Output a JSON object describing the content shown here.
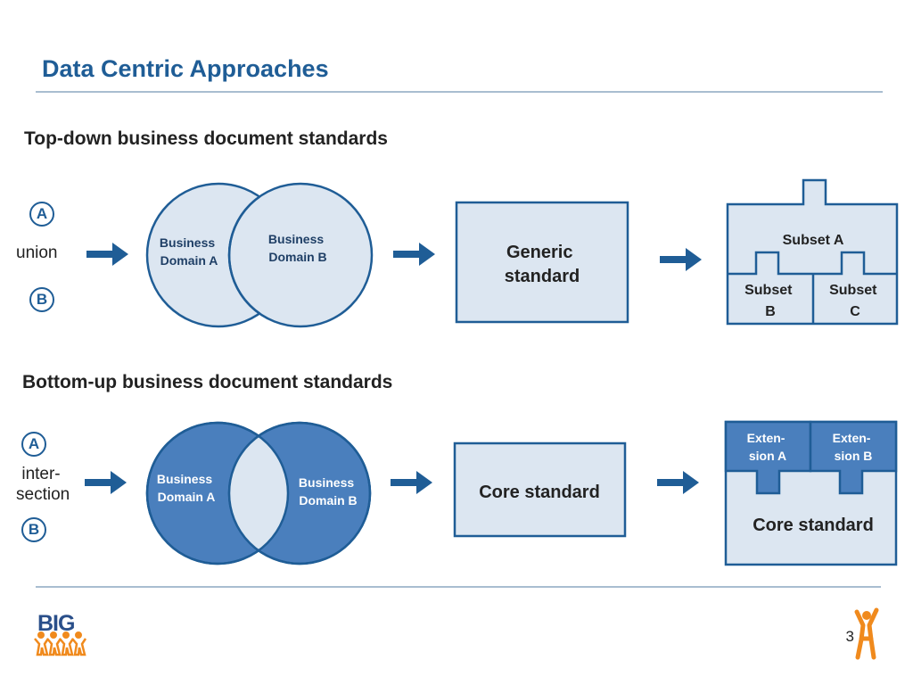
{
  "slide": {
    "title": "Data Centric Approaches",
    "page_number": "3"
  },
  "top_down": {
    "heading": "Top-down business document standards",
    "badge_a": "A",
    "badge_b": "B",
    "operation": "union",
    "domain_a": [
      "Business",
      "Domain A"
    ],
    "domain_b": [
      "Business",
      "Domain B"
    ],
    "result_box": [
      "Generic",
      "standard"
    ],
    "subset_a": "Subset A",
    "subset_b": [
      "Subset",
      "B"
    ],
    "subset_c": [
      "Subset",
      "C"
    ]
  },
  "bottom_up": {
    "heading": "Bottom-up business document standards",
    "badge_a": "A",
    "badge_b": "B",
    "operation_line1": "inter-",
    "operation_line2": "section",
    "domain_a": [
      "Business",
      "Domain A"
    ],
    "domain_b": [
      "Business",
      "Domain B"
    ],
    "result_box": "Core standard",
    "extension_a": [
      "Exten-",
      "sion A"
    ],
    "extension_b": [
      "Exten-",
      "sion B"
    ],
    "core": "Core standard"
  },
  "logo": {
    "text": "BIG"
  },
  "colors": {
    "title": "#1f5d96",
    "outline": "#1f5d96",
    "light_fill": "#dce6f1",
    "dark_fill": "#4a7fbd",
    "arrow": "#1f5d96",
    "logo_orange": "#f08a1d"
  }
}
